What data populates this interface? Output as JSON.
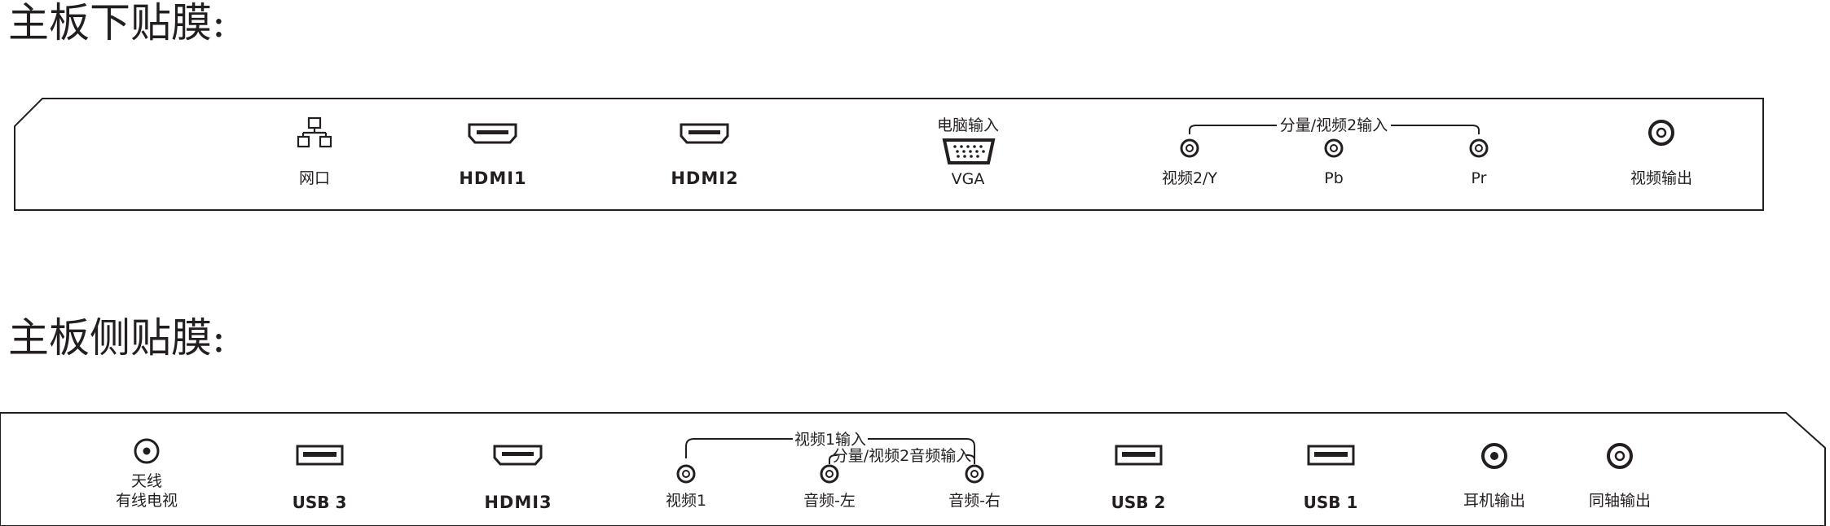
{
  "titles": {
    "bottom_panel": "主板下贴膜:",
    "side_panel": "主板侧贴膜:"
  },
  "bottom_panel": {
    "network": "网口",
    "hdmi1": "HDMI1",
    "hdmi2": "HDMI2",
    "pc_input": "电脑输入",
    "vga": "VGA",
    "component_group": "分量/视频2输入",
    "video2_y": "视频2/Y",
    "pb": "Pb",
    "pr": "Pr",
    "video_out": "视频输出"
  },
  "side_panel": {
    "antenna_line1": "天线",
    "antenna_line2": "有线电视",
    "usb3": "USB 3",
    "hdmi3": "HDMI3",
    "video1_group": "视频1输入",
    "audio_group": "分量/视频2音频输入",
    "video1": "视频1",
    "audio_left": "音频-左",
    "audio_right": "音频-右",
    "usb2": "USB 2",
    "usb1": "USB 1",
    "headphone_out": "耳机输出",
    "coax_out": "同轴输出"
  },
  "colors": {
    "ink": "#231f20",
    "background": "#ffffff"
  }
}
